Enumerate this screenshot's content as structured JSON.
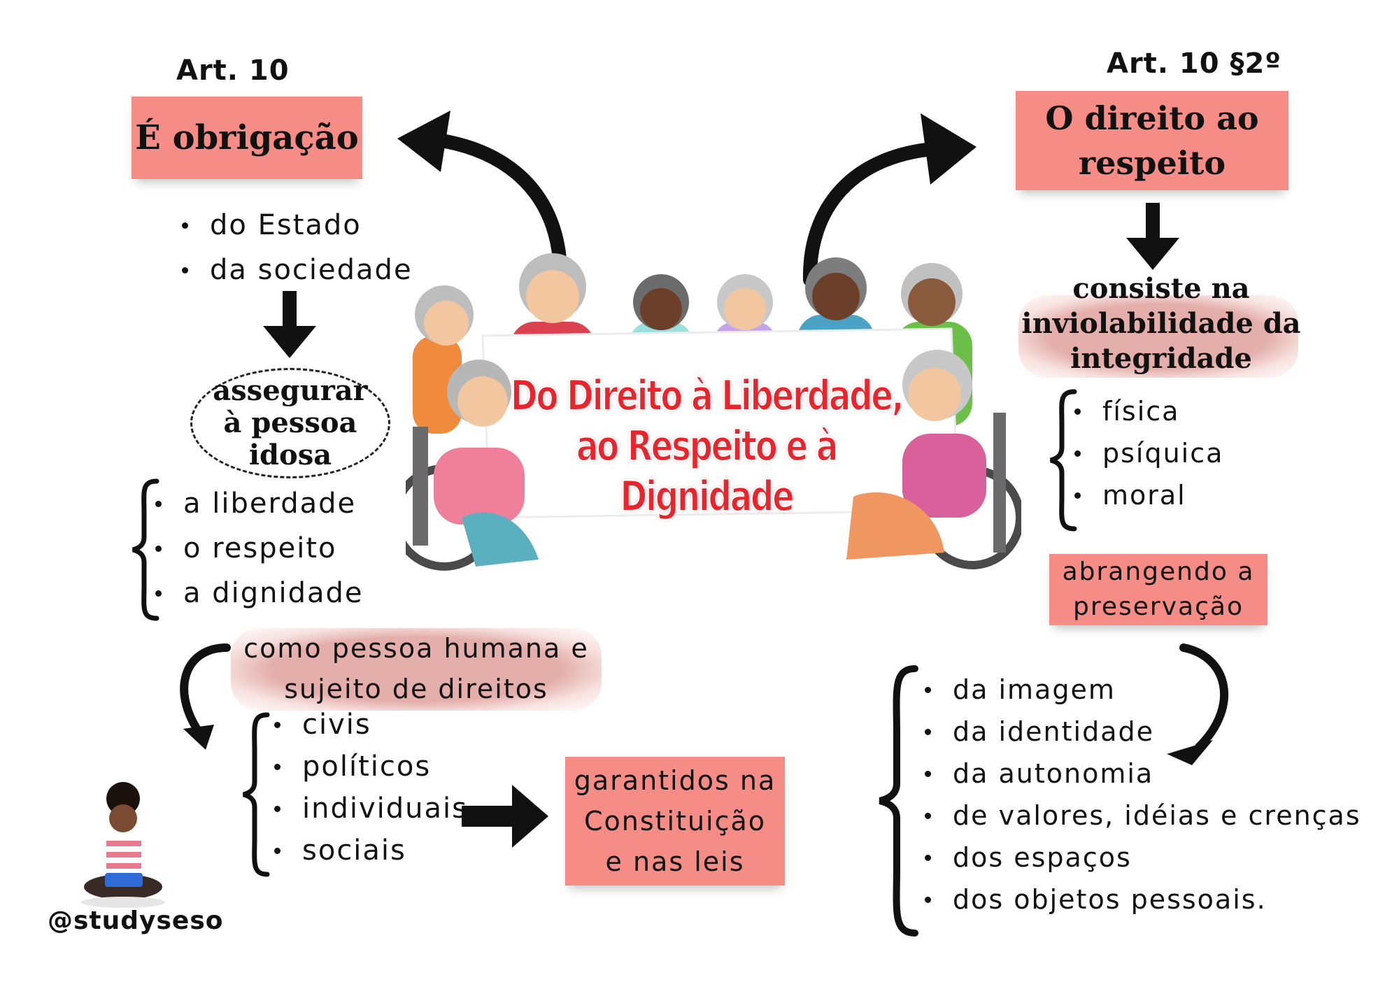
{
  "left": {
    "article": "Art. 10",
    "box_title": "É obrigação",
    "obligors": [
      "do Estado",
      "da sociedade"
    ],
    "ensure": "assegurar à pessoa idosa",
    "rights": [
      "a liberdade",
      "o respeito",
      "a dignidade"
    ],
    "as_person": [
      "como pessoa humana e",
      "sujeito de direitos"
    ],
    "right_types": [
      "civis",
      "políticos",
      "individuais",
      "sociais"
    ],
    "guaranteed": [
      "garantidos na",
      "Constituição",
      "e nas leis"
    ]
  },
  "center": {
    "title_lines": [
      "Do Direito à Liberdade,",
      "ao Respeito e à",
      "Dignidade"
    ]
  },
  "right": {
    "article": "Art. 10 §2º",
    "box_title_lines": [
      "O direito ao",
      "respeito"
    ],
    "consists": [
      "consiste na",
      "inviolabilidade da",
      "integridade"
    ],
    "integrity": [
      "física",
      "psíquica",
      "moral"
    ],
    "covering": [
      "abrangendo a",
      "preservação"
    ],
    "preservation": [
      "da imagem",
      "da identidade",
      "da autonomia",
      "de valores, idéias e crenças",
      "dos espaços",
      "dos objetos pessoais."
    ]
  },
  "footer": {
    "handle": "@studyseso"
  },
  "colors": {
    "pink_box": "#f58c86",
    "brush": "#e2aaa6",
    "title_red": "#e8252c",
    "ink": "#111111"
  },
  "icons": [
    "curved-arrow-left-icon",
    "curved-arrow-right-icon",
    "down-arrow-icon",
    "right-arrow-icon",
    "curly-brace-icon",
    "elderly-group-illustration",
    "student-avatar-illustration"
  ]
}
